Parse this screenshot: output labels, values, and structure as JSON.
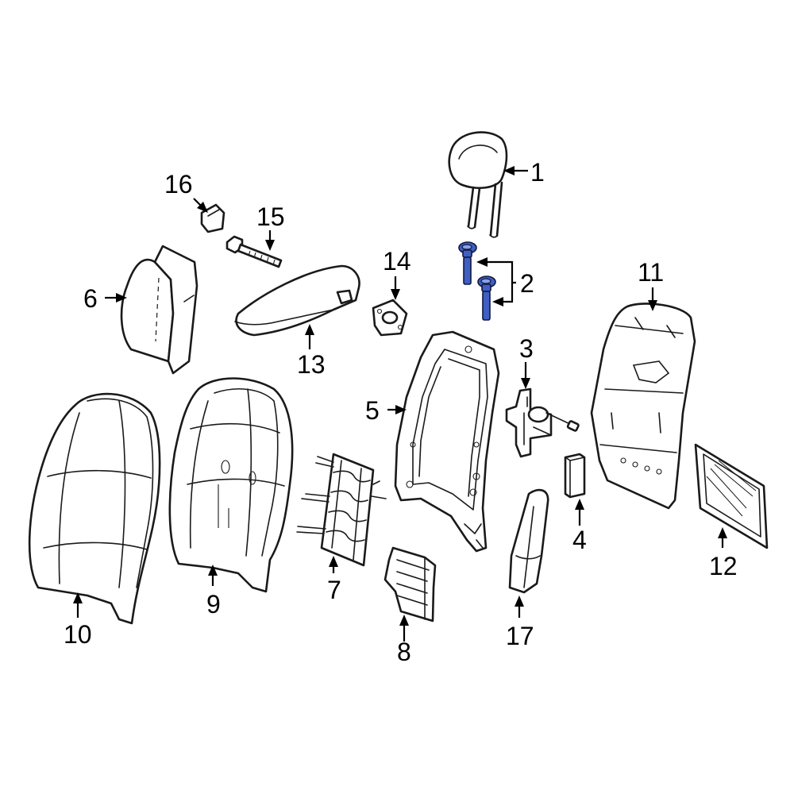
{
  "diagram": {
    "highlight_color": "#3f5fc2",
    "callouts": {
      "c1": "1",
      "c2": "2",
      "c3": "3",
      "c4": "4",
      "c5": "5",
      "c6": "6",
      "c7": "7",
      "c8": "8",
      "c9": "9",
      "c10": "10",
      "c11": "11",
      "c12": "12",
      "c13": "13",
      "c14": "14",
      "c15": "15",
      "c16": "16",
      "c17": "17"
    }
  }
}
